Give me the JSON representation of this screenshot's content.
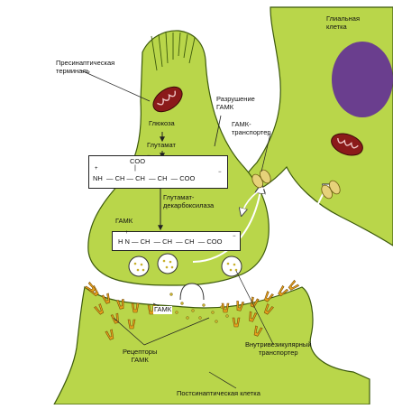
{
  "colors": {
    "cell_fill": "#b9d64a",
    "cell_stroke": "#3d5a0c",
    "nucleus": "#6a3e8e",
    "mitochondria": "#8b1a1a",
    "transporter": "#e6d27a",
    "receptor": "#e8a21e"
  },
  "labels": {
    "glial_cell": "Глиальная\nклетка",
    "presynaptic_terminal": "Пресинаптическая\nтерминаль",
    "gaba_degradation": "Разрушение\nГАМК",
    "gaba_transporter": "ГАМК-\nтранспортер",
    "glucose": "Глюкоза",
    "glutamate": "Глутамат",
    "glutamate_decarboxylase": "Глутамат-\nдекарбоксилаза",
    "gaba_in_terminal": "ГАМК",
    "gaba_in_cleft": "ГАМК",
    "gaba_receptors": "Рецепторы\nГАМК",
    "vesicular_transporter": "Внутривезикулярный\nтранспортер",
    "postsynaptic_cell": "Постсинаптическая клетка"
  },
  "glutamate_formula": {
    "top": "COO",
    "charge_top": "−",
    "plus": "+",
    "chain": "NH  — CH — CH  — CH  — COO",
    "charge_end": "−"
  },
  "gaba_formula": {
    "plus": "+",
    "chain": "H N — CH  — CH  — CH  — COO",
    "charge_end": "−"
  },
  "icons": [
    "mitochondrion-icon",
    "nucleus-icon",
    "gaba-receptor-icon",
    "gaba-transporter-icon",
    "synaptic-vesicle-icon"
  ]
}
